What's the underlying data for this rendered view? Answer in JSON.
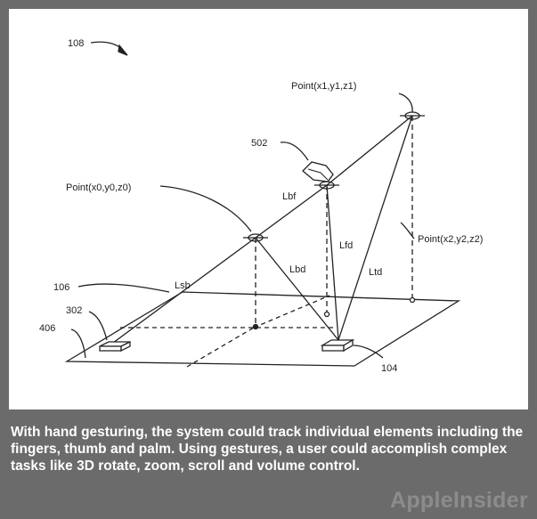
{
  "figure": {
    "labels": {
      "ref_108": "108",
      "point_top": "Point(x1,y1,z1)",
      "ref_502": "502",
      "point_left": "Point(x0,y0,z0)",
      "lbf": "Lbf",
      "lfd": "Lfd",
      "point_right": "Point(x2,y2,z2)",
      "lbd": "Lbd",
      "ltd": "Ltd",
      "lsb": "Lsb",
      "ref_106": "106",
      "ref_302": "302",
      "ref_406": "406",
      "ref_104": "104"
    }
  },
  "caption": "With hand gesturing, the system could track individual elements including the fingers, thumb and palm. Using gestures, a user could accomplish complex tasks like 3D rotate, zoom, scroll and volume control.",
  "watermark": "AppleInsider"
}
